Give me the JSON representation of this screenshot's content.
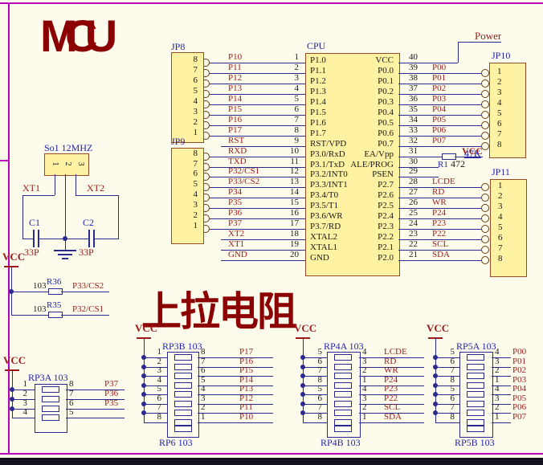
{
  "title": "MCU",
  "section_title": "上拉电阻",
  "power_label": "Power",
  "vcc_label": "VCC",
  "colors": {
    "background": "#FDFCEC",
    "page_border": "#B800B8",
    "wire": "#2A2A90",
    "net_label": "#9A1A1A",
    "designator": "#2222AA",
    "pin_number": "#1A1A1A",
    "component_fill": "#FFF2A3",
    "component_border": "#9A4A26",
    "title_red": "#8B0000",
    "screen_edge": "#12121E"
  },
  "cpu": {
    "designator": "CPU",
    "left_pin_names": [
      "P1.0",
      "P1.1",
      "P1.2",
      "P1.3",
      "P1.4",
      "P1.5",
      "P1.6",
      "P1.7",
      "RST/VPD",
      "P3.0/RxD",
      "P3.1/TxD",
      "P3.2/INT0",
      "P3.3/INT1",
      "P3.4/T0",
      "P3.5/T1",
      "P3.6/WR",
      "P3.7/RD",
      "XTAL2",
      "XTAL1",
      "GND"
    ],
    "left_pin_numbers": [
      "1",
      "2",
      "3",
      "4",
      "5",
      "6",
      "7",
      "8",
      "9",
      "10",
      "11",
      "12",
      "13",
      "14",
      "15",
      "16",
      "17",
      "18",
      "19",
      "20"
    ],
    "right_pin_names": [
      "VCC",
      "P0.0",
      "P0.1",
      "P0.2",
      "P0.3",
      "P0.4",
      "P0.5",
      "P0.6",
      "P0.7",
      "EA/Vpp",
      "ALE/PROG",
      "PSEN",
      "P2.7",
      "P2.6",
      "P2.5",
      "P2.4",
      "P2.3",
      "P2.2",
      "P2.1",
      "P2.0"
    ],
    "right_pin_numbers": [
      "40",
      "39",
      "38",
      "37",
      "36",
      "35",
      "34",
      "33",
      "32",
      "31",
      "30",
      "29",
      "28",
      "27",
      "26",
      "25",
      "24",
      "23",
      "22",
      "21"
    ]
  },
  "left_nets": [
    "P10",
    "P11",
    "P12",
    "P13",
    "P14",
    "P15",
    "P16",
    "P17",
    "RST",
    "RXD",
    "TXD",
    "P32/CS1",
    "P33/CS2",
    "P34",
    "P35",
    "P36",
    "P37",
    "XT2",
    "XT1",
    "GND"
  ],
  "right_nets": [
    "",
    "P00",
    "P01",
    "P02",
    "P03",
    "P04",
    "P05",
    "P06",
    "P07",
    "",
    "",
    "",
    "LCDE",
    "RD",
    "WR",
    "P24",
    "P23",
    "P22",
    "SCL",
    "SDA"
  ],
  "jp8": {
    "designator": "JP8",
    "pin_numbers": [
      "8",
      "7",
      "6",
      "5",
      "4",
      "3",
      "2",
      "1"
    ]
  },
  "jp9": {
    "designator": "JP9",
    "pin_numbers": [
      "8",
      "7",
      "6",
      "5",
      "4",
      "3",
      "2",
      "1"
    ]
  },
  "jp10": {
    "designator": "JP10",
    "pin_numbers": [
      "1",
      "2",
      "3",
      "4",
      "5",
      "6",
      "7",
      "8"
    ]
  },
  "jp11": {
    "designator": "JP11",
    "pin_numbers": [
      "1",
      "2",
      "3",
      "4",
      "5",
      "6",
      "7",
      "8"
    ]
  },
  "r1": {
    "designator": "R1",
    "value": "472",
    "net_labels": [
      "VCC",
      "47K"
    ]
  },
  "crystal": {
    "label": "So1 12MHZ",
    "pins": [
      "1",
      "2",
      "3"
    ],
    "net_left": "XT1",
    "net_right": "XT2"
  },
  "c1": {
    "designator": "C1",
    "value": "33P"
  },
  "c2": {
    "designator": "C2",
    "value": "33P"
  },
  "pullup_resistors": [
    {
      "designator": "R36",
      "value": "103",
      "net": "P33/CS2"
    },
    {
      "designator": "R35",
      "value": "103",
      "net": "P32/CS1"
    }
  ],
  "resistor_packs": {
    "rp3a": {
      "top_label": "RP3A  103",
      "bottom_label": "",
      "left_pins": [
        "1",
        "2",
        "3",
        "4"
      ],
      "right_pins": [
        "8",
        "7",
        "6",
        "5"
      ],
      "nets": [
        "P37",
        "P36",
        "P35",
        ""
      ]
    },
    "rp3b": {
      "top_label": "RP3B  103",
      "bottom_label": "RP6  103",
      "left_pins": [
        "1",
        "2",
        "3",
        "4",
        "5",
        "6",
        "7",
        "8"
      ],
      "right_pins": [
        "8",
        "7",
        "6",
        "5",
        "4",
        "3",
        "2",
        "1"
      ],
      "nets": [
        "P17",
        "P16",
        "P15",
        "P14",
        "P13",
        "P12",
        "P11",
        "P10"
      ]
    },
    "rp4": {
      "top_label": "RP4A  103",
      "bottom_label": "RP4B  103",
      "left_pins": [
        "5",
        "6",
        "7",
        "8",
        "5",
        "6",
        "7",
        "8"
      ],
      "right_pins": [
        "4",
        "3",
        "2",
        "1",
        "4",
        "3",
        "2",
        "1"
      ],
      "nets": [
        "LCDE",
        "RD",
        "WR",
        "P24",
        "P23",
        "P22",
        "SCL",
        "SDA"
      ]
    },
    "rp5": {
      "top_label": "RP5A  103",
      "bottom_label": "RP5B  103",
      "left_pins": [
        "5",
        "6",
        "7",
        "8",
        "5",
        "6",
        "7",
        "8"
      ],
      "right_pins": [
        "4",
        "3",
        "2",
        "1",
        "4",
        "3",
        "2",
        "1"
      ],
      "nets": [
        "P00",
        "P01",
        "P02",
        "P03",
        "P04",
        "P05",
        "P06",
        "P07"
      ]
    }
  }
}
